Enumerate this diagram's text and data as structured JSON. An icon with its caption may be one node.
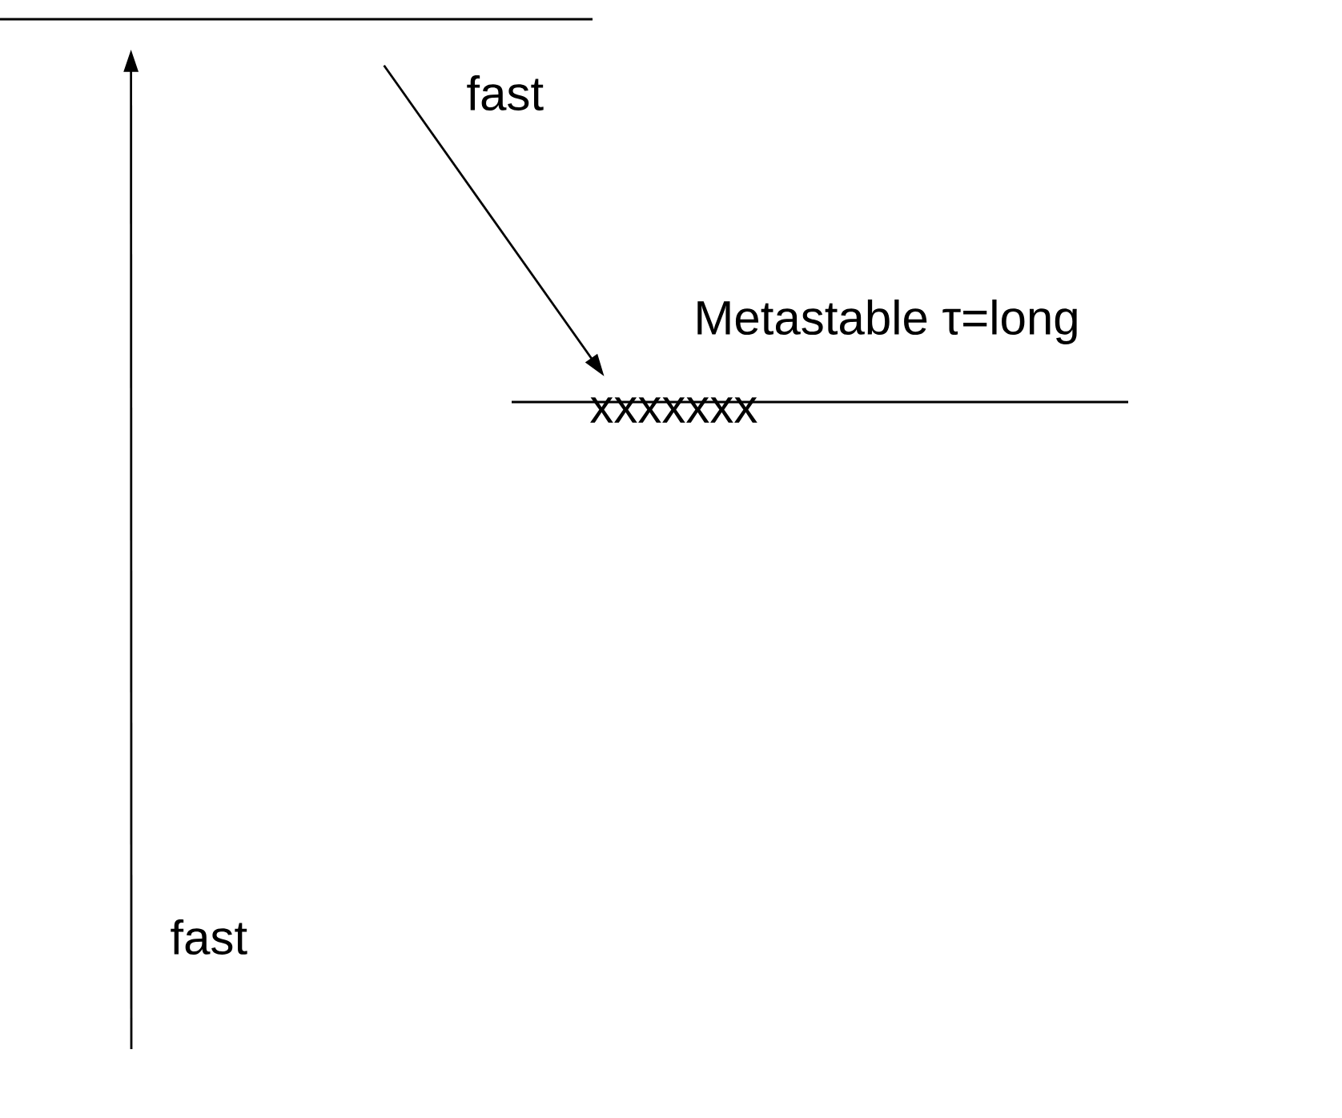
{
  "diagram": {
    "nodes": [
      {
        "text": [],
        "shape": "bar"
      },
      {
        "text": [
          "Metastable τ=long",
          "xxxxxxx"
        ]
      }
    ],
    "edges": [
      {
        "from": null,
        "to": 0,
        "arrow": "to",
        "label": "fast"
      },
      {
        "from": 0,
        "to": 1,
        "arrow": "to",
        "label": "fast"
      }
    ]
  }
}
